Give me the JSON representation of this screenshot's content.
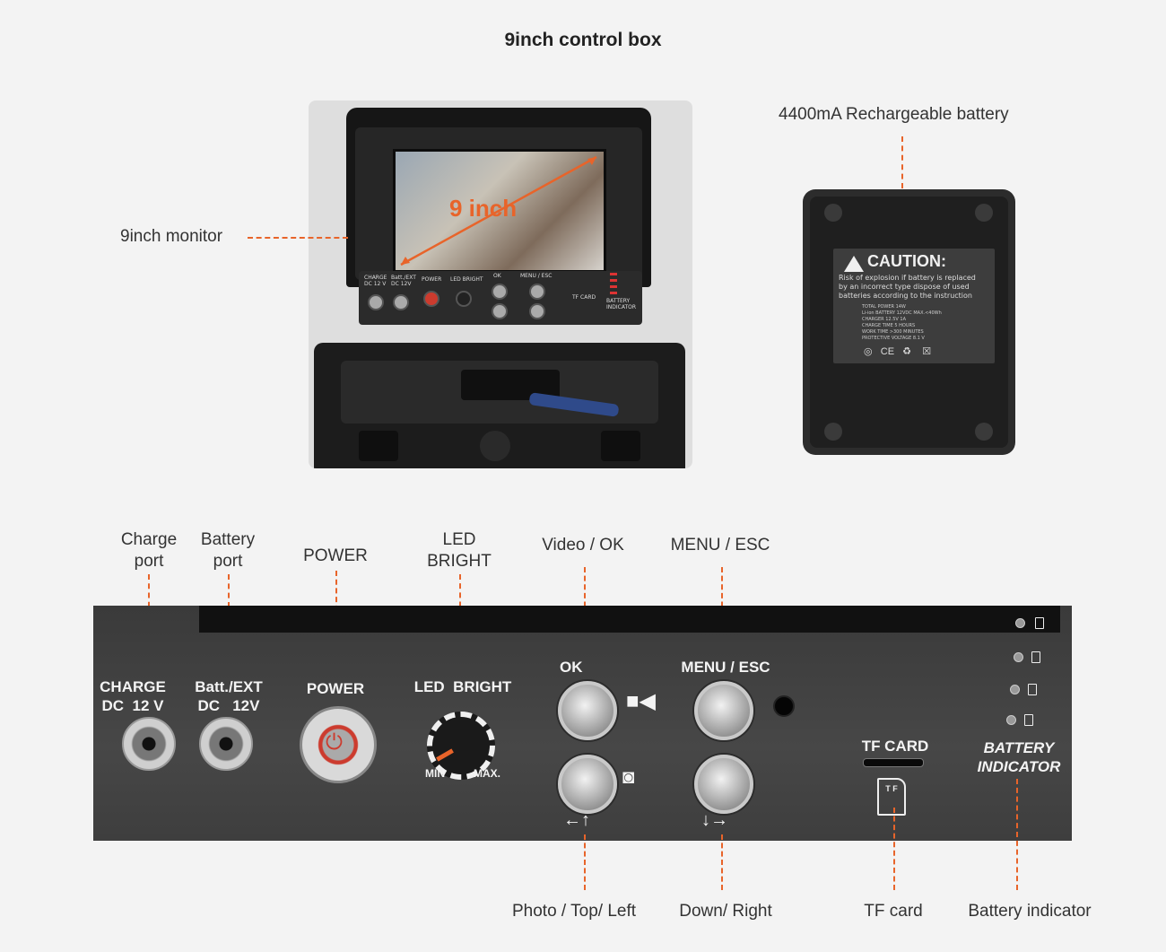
{
  "title": "9inch control box",
  "callouts": {
    "monitor": "9inch monitor",
    "battery": "4400mA Rechargeable battery",
    "charge_port": [
      "Charge",
      "port"
    ],
    "battery_port": [
      "Battery",
      "port"
    ],
    "power": "POWER",
    "led_bright": [
      "LED",
      "BRIGHT"
    ],
    "video_ok": "Video / OK",
    "menu_esc": "MENU / ESC",
    "photo_top_left": "Photo / Top/ Left",
    "down_right": "Down/ Right",
    "tf_card": "TF card",
    "battery_indicator": "Battery indicator"
  },
  "photo": {
    "screen_label": "9 inch",
    "panel_labels": {
      "charge": [
        "CHARGE",
        "DC 12 V"
      ],
      "batt": [
        "Batt./EXT",
        "DC 12V"
      ],
      "power": "POWER",
      "led": "LED BRIGHT",
      "ok": "OK",
      "menu": "MENU / ESC",
      "tf": "TF CARD",
      "indicator": [
        "BATTERY",
        "INDICATOR"
      ]
    }
  },
  "battery_sticker": {
    "heading": "CAUTION:",
    "warning": [
      "Risk of explosion if battery is replaced",
      "by an incorrect type dispose of used",
      "batteries according to the instruction"
    ],
    "specs": [
      "TOTAL POWER 14W",
      "Li-ion BATTERY 12VDC MAX.<40Wh",
      "CHARGER 12.5V 1A",
      "CHARGE TIME 5 HOURS",
      "WORK TIME >300 MINUTES",
      "PROTECTIVE VOLTAGE 8.1 V"
    ]
  },
  "panel": {
    "charge": [
      "CHARGE",
      "DC  12 V"
    ],
    "batt": [
      "Batt./EXT",
      "DC   12V"
    ],
    "power": "POWER",
    "led_bright": "LED  BRIGHT",
    "dial_min": "MIN",
    "dial_max": "MAX.",
    "ok": "OK",
    "menu_esc": "MENU / ESC",
    "tf_card": "TF CARD",
    "tf_icon_text": "T F",
    "battery_indicator": [
      "BATTERY",
      "INDICATOR"
    ],
    "icons": [
      "video-camera-icon",
      "camera-icon",
      "left-up-arrows-icon",
      "down-right-arrows-icon"
    ]
  },
  "colors": {
    "accent": "#e8642a",
    "panel": "#424242",
    "background": "#f3f3f3"
  }
}
